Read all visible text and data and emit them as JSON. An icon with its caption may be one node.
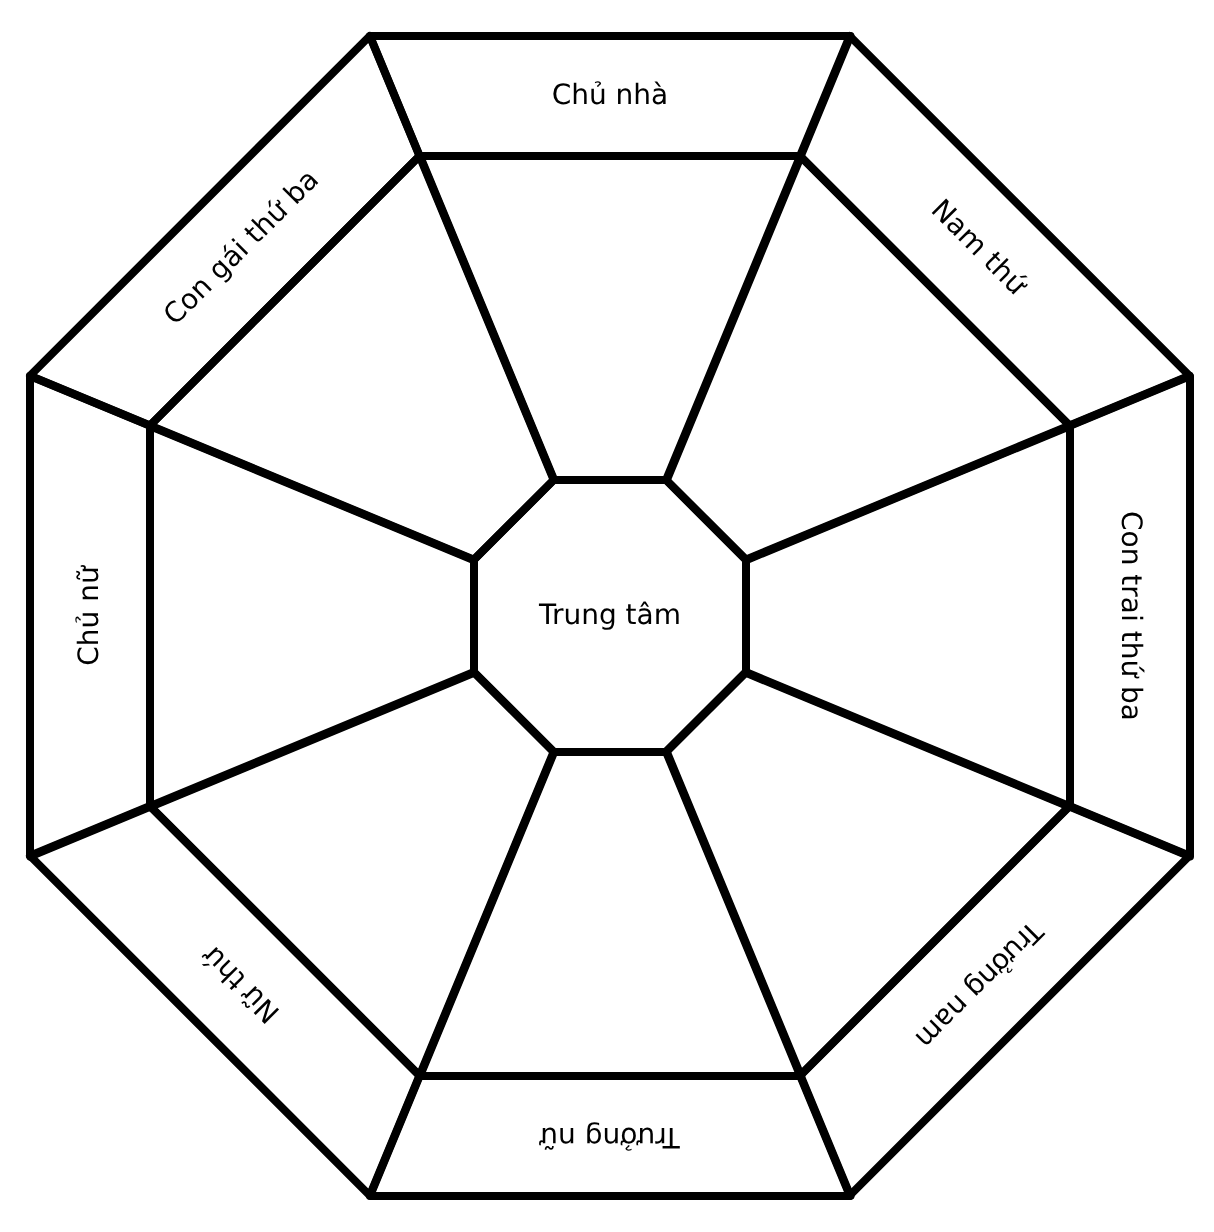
{
  "diagram": {
    "nodes": [
      {
        "text": [
          "Chủ nhà"
        ]
      },
      {
        "text": [
          "Nam thứ"
        ]
      },
      {
        "text": [
          "Con trai thứ ba"
        ]
      },
      {
        "text": [
          "Trưởng nam"
        ]
      },
      {
        "text": [
          "Trưởng nữ"
        ]
      },
      {
        "text": [
          "Nữ thứ"
        ]
      },
      {
        "text": [
          "Chủ nữ"
        ]
      },
      {
        "text": [
          "Con gái thứ ba"
        ]
      },
      {
        "text": [
          "Trung tâm"
        ]
      },
      {
        "text": [],
        "shape": "box"
      },
      {
        "text": [],
        "shape": "box"
      },
      {
        "text": [],
        "shape": "box"
      },
      {
        "text": [],
        "shape": "box"
      },
      {
        "text": [],
        "shape": "box"
      },
      {
        "text": [],
        "shape": "box"
      },
      {
        "text": [],
        "shape": "box"
      },
      {
        "text": [],
        "shape": "box"
      }
    ]
  }
}
